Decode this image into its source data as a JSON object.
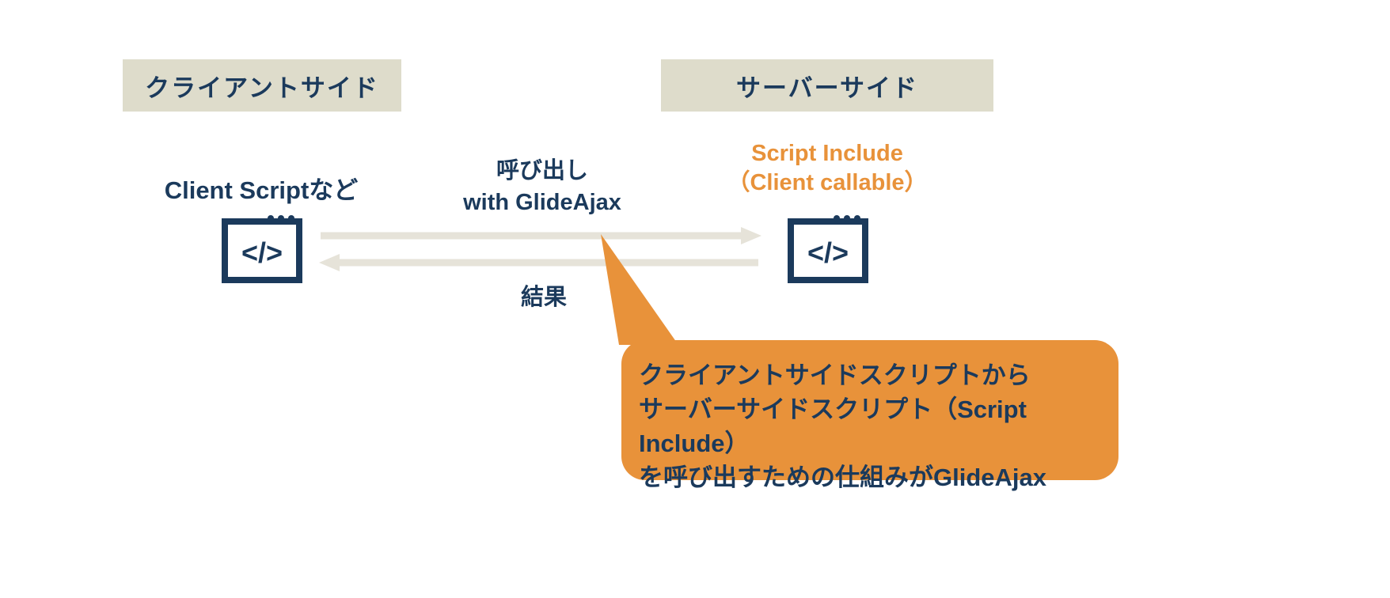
{
  "headers": {
    "left": "クライアントサイド",
    "right": "サーバーサイド"
  },
  "client": {
    "label": "Client Scriptなど"
  },
  "server": {
    "label_line1": "Script Include",
    "label_line2": "（Client callable）"
  },
  "arrows": {
    "call_line1": "呼び出し",
    "call_line2": "with GlideAjax",
    "result": "結果"
  },
  "icons": {
    "code_glyph": "</>"
  },
  "callout": {
    "lines": [
      "クライアントサイドスクリプトから",
      "サーバーサイドスクリプト（Script Include）",
      "を呼び出すための仕組みがGlideAjax"
    ]
  },
  "colors": {
    "navy": "#1b3a5c",
    "orange": "#e8923a",
    "beige": "#dedccb",
    "arrow_gray": "#e6e3d9",
    "background": "#ffffff"
  }
}
